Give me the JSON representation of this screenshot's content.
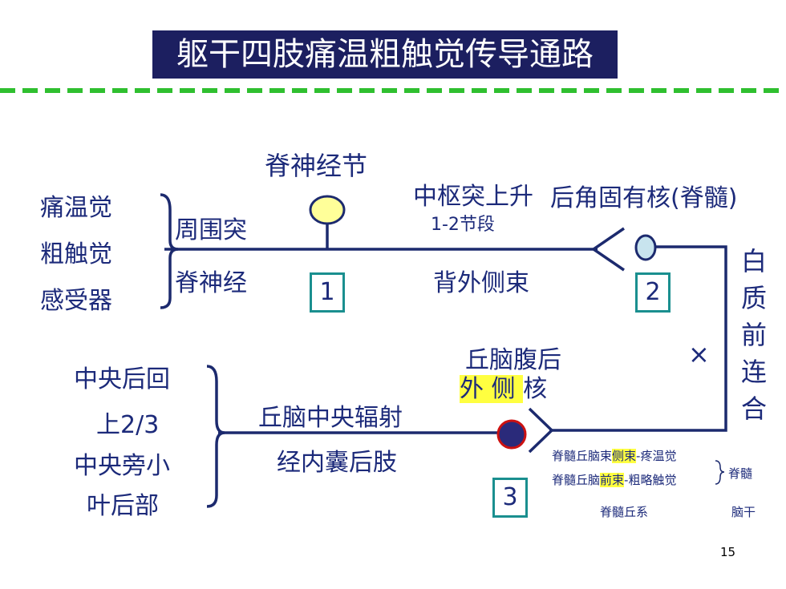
{
  "title": "躯干四肢痛温粗触觉传导通路",
  "receptor": {
    "line1": "痛温觉",
    "line2": "粗触觉",
    "line3": "感受器"
  },
  "peripheral_process": "周围突",
  "spinal_nerve": "脊神经",
  "spinal_ganglion": "脊神经节",
  "central_process": {
    "line1": "中枢突上升",
    "line2": "1-2节段"
  },
  "dorsolateral_tract": "背外侧束",
  "dorsal_horn_nucleus": "后角固有核(脊髓)",
  "white_commissure": [
    "白",
    "质",
    "前",
    "连",
    "合"
  ],
  "cross_mark": "×",
  "thalamus_nucleus": {
    "line1": "丘脑腹后",
    "line2_hl": "外 侧 ",
    "line2_rest": "核"
  },
  "thalamocentral_radiation": "丘脑中央辐射",
  "internal_capsule": "经内囊后肢",
  "cortex": {
    "line1": "中央后回",
    "line2": "上2/3",
    "line3": "中央旁小",
    "line4": "叶后部"
  },
  "tracts": {
    "lateral_pre": "脊髓丘脑束",
    "lateral_hl": "侧束",
    "lateral_post": "-疼温觉",
    "anterior_pre": "脊髓丘脑",
    "anterior_hl": "前束",
    "anterior_post": "-粗略触觉",
    "spinal_cord": "脊髓",
    "spinothalamic_system": "脊髓丘系",
    "brainstem": "脑干"
  },
  "neurons": [
    "1",
    "2",
    "3"
  ],
  "page_number": "15",
  "colors": {
    "line": "#1c2a6e",
    "title_bg": "#1c1f60",
    "dash": "#2fbf2f",
    "box_border": "#1a8f8f",
    "ganglion_fill": "#ffff99",
    "neuron2_fill": "#c8e4ee",
    "neuron3_fill": "#2a2a7a",
    "neuron3_ring": "#cc1111",
    "highlight": "#ffff40"
  }
}
